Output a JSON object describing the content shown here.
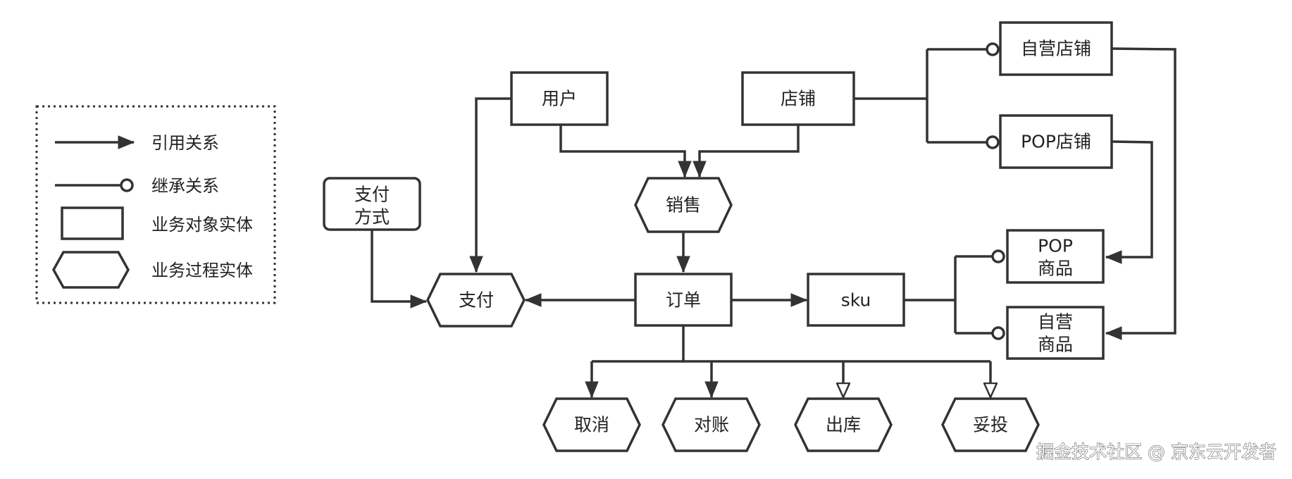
{
  "legend": {
    "items": [
      {
        "symbol": "arrow",
        "label": "引用关系"
      },
      {
        "symbol": "circle",
        "label": "继承关系"
      },
      {
        "symbol": "rect",
        "label": "业务对象实体"
      },
      {
        "symbol": "hexagon",
        "label": "业务过程实体"
      }
    ]
  },
  "nodes": {
    "user": "用户",
    "store": "店铺",
    "self_store": "自营店铺",
    "pop_store": "POP店铺",
    "sales": "销售",
    "pay_method": [
      "支付",
      "方式"
    ],
    "pay": "支付",
    "order": "订单",
    "sku": "sku",
    "pop_goods": [
      "POP",
      "商品"
    ],
    "self_goods": [
      "自营",
      "商品"
    ],
    "cancel": "取消",
    "reconcile": "对账",
    "outbound": "出库",
    "delivery": "妥投"
  },
  "watermark": "掘金技术社区 @ 京东云开发者"
}
